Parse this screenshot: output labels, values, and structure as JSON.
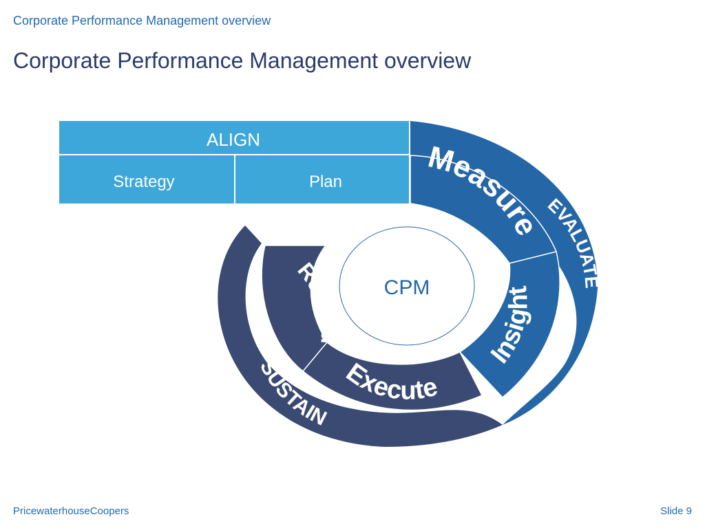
{
  "header": {
    "small_title": "Corporate Performance Management overview"
  },
  "slide": {
    "title": "Corporate Performance Management overview"
  },
  "diagram": {
    "align_label": "ALIGN",
    "strategy_label": "Strategy",
    "plan_label": "Plan",
    "center_label": "CPM",
    "measure_label": "Measure",
    "insight_label": "Insight",
    "execute_label": "Execute",
    "reward_label": "Reward",
    "evaluate_label": "EVALUATE",
    "sustain_label": "SUSTAIN"
  },
  "colors": {
    "align_box": "#3ca7d8",
    "evaluate_blue": "#2466a6",
    "sustain_navy": "#3a4a72",
    "title_navy": "#2a3b6b",
    "accent_blue": "#1f6ab1"
  },
  "footer": {
    "company": "PricewaterhouseCoopers",
    "slide_number": "Slide 9"
  }
}
